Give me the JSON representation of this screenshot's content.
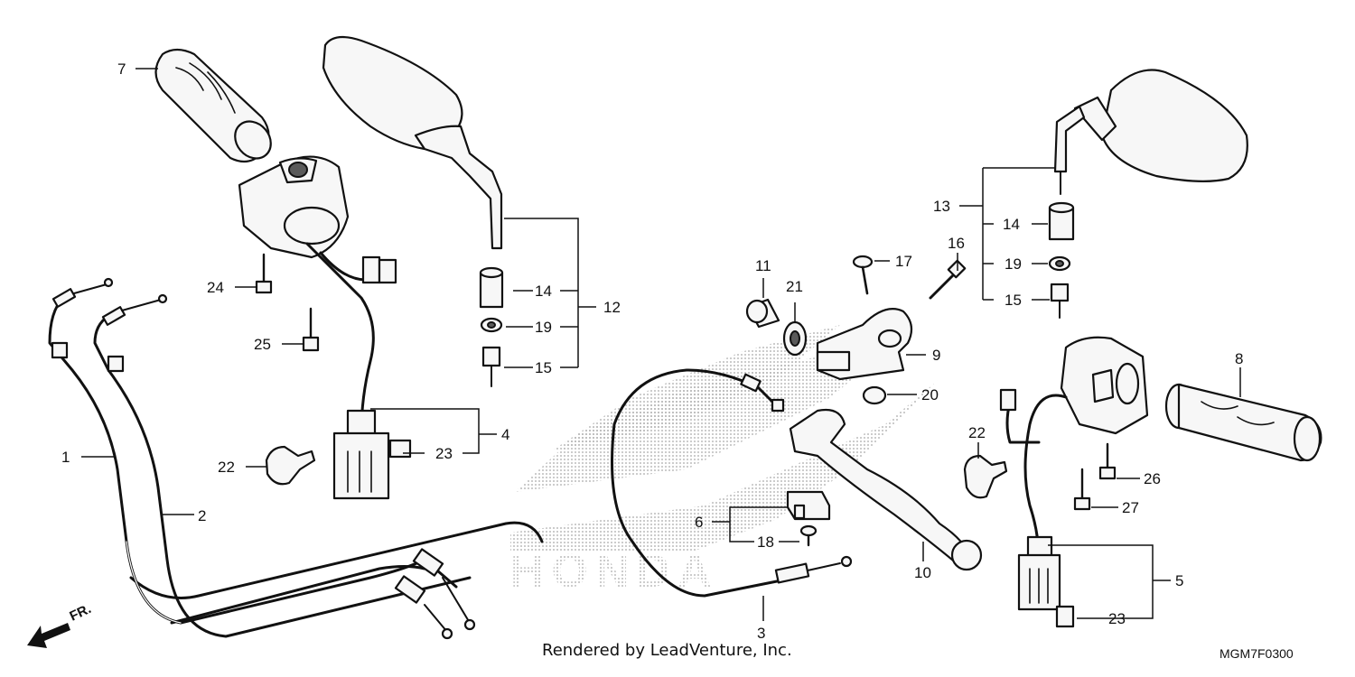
{
  "diagram": {
    "part_labels": {
      "p1": "1",
      "p2": "2",
      "p3": "3",
      "p4": "4",
      "p5": "5",
      "p6": "6",
      "p7": "7",
      "p8": "8",
      "p9": "9",
      "p10": "10",
      "p11": "11",
      "p12": "12",
      "p13": "13",
      "p14": "14",
      "p15": "15",
      "p16": "16",
      "p17": "17",
      "p18": "18",
      "p19": "19",
      "p20": "20",
      "p21": "21",
      "p22": "22",
      "p23": "23",
      "p24": "24",
      "p25": "25",
      "p26": "26",
      "p27": "27"
    },
    "direction_label": "FR.",
    "credit": "Rendered by LeadVenture, Inc.",
    "diagram_code": "MGM7F0300",
    "watermark_text": "HONDA"
  },
  "colors": {
    "line": "#111111",
    "background": "#ffffff",
    "watermark": "#bdbdbd"
  }
}
